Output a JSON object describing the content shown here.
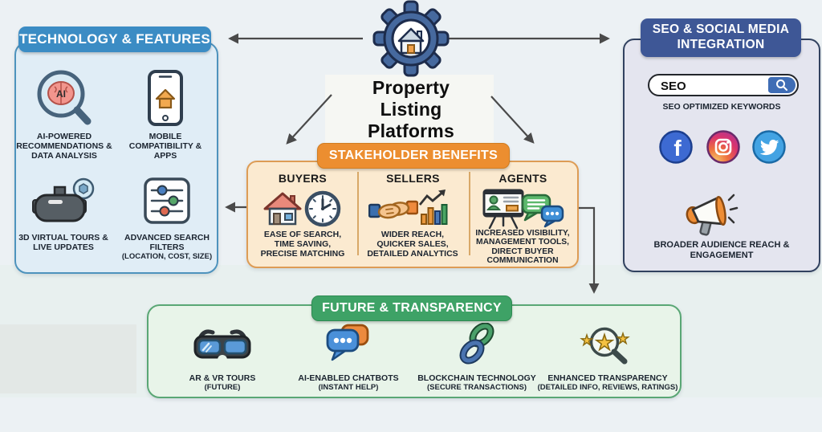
{
  "center": {
    "title_line1": "Property",
    "title_line2": "Listing",
    "title_line3": "Platforms"
  },
  "tech": {
    "header": "TECHNOLOGY & FEATURES",
    "items": [
      {
        "label": "AI-POWERED RECOMMENDATIONS & DATA ANALYSIS",
        "icon": "ai-magnifier-brain"
      },
      {
        "label": "MOBILE COMPATIBILITY & APPS",
        "icon": "mobile-phone"
      },
      {
        "label": "3D VIRTUAL TOURS & LIVE UPDATES",
        "icon": "vr-headset"
      },
      {
        "label": "ADVANCED SEARCH FILTERS",
        "sublabel": "(LOCATION, COST, SIZE)",
        "icon": "filter-sliders"
      }
    ]
  },
  "seo": {
    "header_line1": "SEO & SOCIAL MEDIA",
    "header_line2": "INTEGRATION",
    "search_value": "SEO",
    "keywords_label": "SEO OPTIMIZED KEYWORDS",
    "social_icons": [
      "facebook",
      "instagram",
      "twitter"
    ],
    "facebook_letter": "f",
    "benefit": "BROADER AUDIENCE REACH & ENGAGEMENT"
  },
  "stakeholders": {
    "header": "STAKEHOLDER BENEFITS",
    "columns": [
      {
        "title": "BUYERS",
        "icons": [
          "house",
          "clock"
        ],
        "benefits": "EASE OF SEARCH, TIME SAVING, PRECISE MATCHING"
      },
      {
        "title": "SELLERS",
        "icons": [
          "handshake",
          "bar-chart"
        ],
        "benefits": "WIDER REACH, QUICKER SALES, DETAILED ANALYTICS"
      },
      {
        "title": "AGENTS",
        "icons": [
          "presentation-board",
          "chat-bubbles"
        ],
        "benefits": "INCREASED VISIBILITY, MANAGEMENT TOOLS, DIRECT BUYER COMMUNICATION"
      }
    ]
  },
  "future": {
    "header": "FUTURE & TRANSPARENCY",
    "items": [
      {
        "label": "AR & VR TOURS",
        "sublabel": "(FUTURE)",
        "icon": "ar-goggles"
      },
      {
        "label": "AI-ENABLED CHATBOTS",
        "sublabel": "(INSTANT HELP)",
        "icon": "chatbot-bubbles"
      },
      {
        "label": "BLOCKCHAIN TECHNOLOGY",
        "sublabel": "(SECURE TRANSACTIONS)",
        "icon": "chain-links"
      },
      {
        "label": "ENHANCED TRANSPARENCY",
        "sublabel": "(DETAILED INFO, REVIEWS, RATINGS)",
        "icon": "magnifier-stars"
      }
    ]
  },
  "icons": {
    "ai_label": "AI"
  },
  "colors": {
    "background": "#ecf1f4",
    "tech_header": "#3b8cc4",
    "tech_fill": "#e0edf6",
    "tech_border": "#4e93bd",
    "seo_header": "#3e5796",
    "seo_fill": "#e4e5ef",
    "seo_border": "#31415f",
    "stakeholder_header": "#ec8e30",
    "stakeholder_fill": "#fbead0",
    "stakeholder_border": "#dd9c55",
    "future_header": "#3ea266",
    "future_fill": "#e8f4e9",
    "future_border": "#5aa775",
    "arrow": "#4a4a4a",
    "facebook_blue": "#3d6ad2",
    "twitter_blue": "#43a3e3",
    "search_button_blue": "#3f6db5"
  }
}
